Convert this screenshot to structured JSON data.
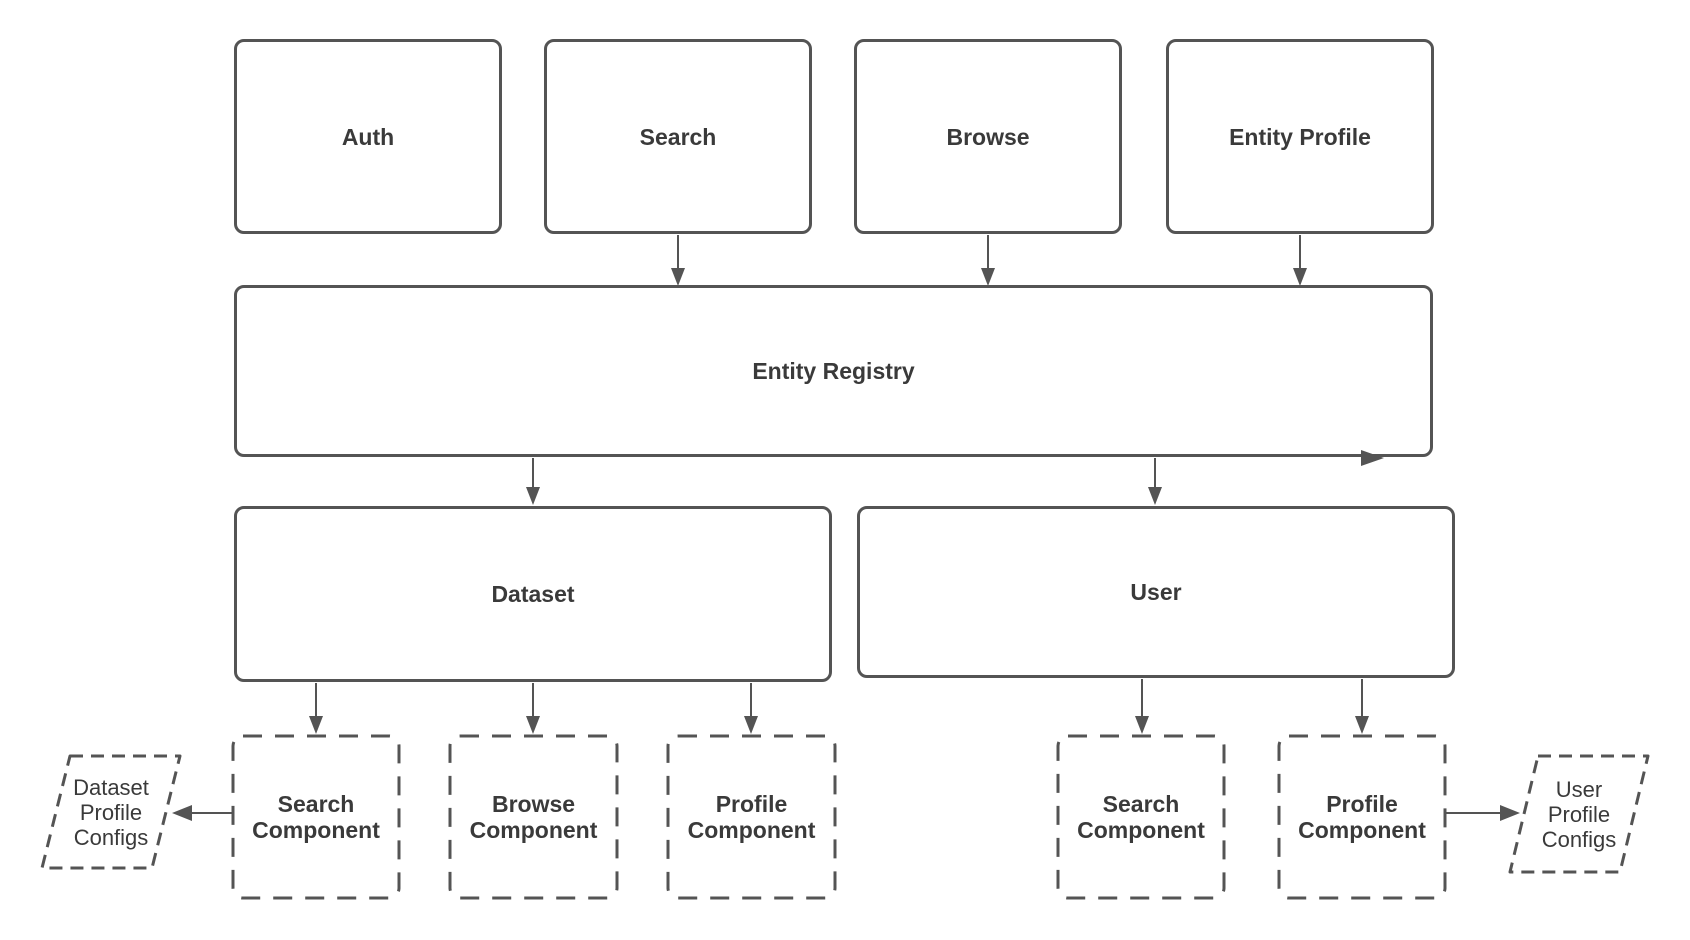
{
  "diagram": {
    "nodes": {
      "auth": {
        "label": "Auth"
      },
      "search": {
        "label": "Search"
      },
      "browse": {
        "label": "Browse"
      },
      "entity_profile": {
        "label": "Entity Profile"
      },
      "entity_registry": {
        "label": "Entity Registry"
      },
      "dataset": {
        "label": "Dataset"
      },
      "user": {
        "label": "User"
      },
      "dataset_search_component": {
        "label": "Search Component"
      },
      "dataset_browse_component": {
        "label": "Browse Component"
      },
      "dataset_profile_component": {
        "label": "Profile Component"
      },
      "user_search_component": {
        "label": "Search Component"
      },
      "user_profile_component": {
        "label": "Profile Component"
      },
      "dataset_profile_configs": {
        "label": "Dataset Profile Configs"
      },
      "user_profile_configs": {
        "label": "User Profile Configs"
      }
    },
    "edges": [
      {
        "from": "search",
        "to": "entity_registry"
      },
      {
        "from": "browse",
        "to": "entity_registry"
      },
      {
        "from": "entity_profile",
        "to": "entity_registry"
      },
      {
        "from": "entity_registry",
        "to": "dataset"
      },
      {
        "from": "entity_registry",
        "to": "user"
      },
      {
        "from": "entity_registry",
        "to": "entity_registry",
        "note": "right-pointing arrowhead on bottom border near right corner"
      },
      {
        "from": "dataset",
        "to": "dataset_search_component"
      },
      {
        "from": "dataset",
        "to": "dataset_browse_component"
      },
      {
        "from": "dataset",
        "to": "dataset_profile_component"
      },
      {
        "from": "user",
        "to": "user_search_component"
      },
      {
        "from": "user",
        "to": "user_profile_component"
      },
      {
        "from": "dataset_search_component",
        "to": "dataset_profile_configs"
      },
      {
        "from": "user_profile_component",
        "to": "user_profile_configs"
      }
    ],
    "colors": {
      "stroke": "#545454",
      "text": "#3a3a3a",
      "background": "#ffffff"
    }
  }
}
